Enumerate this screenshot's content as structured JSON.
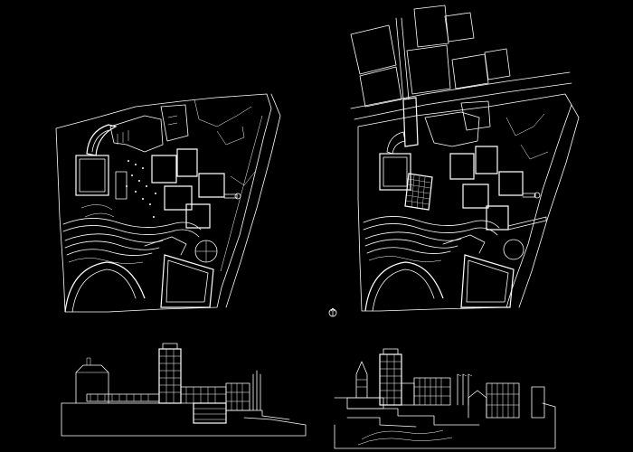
{
  "drawing": {
    "background_color": "#000000",
    "line_color": "#ffffff",
    "views": [
      {
        "id": "site-plan-left",
        "kind": "site plan"
      },
      {
        "id": "site-plan-right",
        "kind": "site plan"
      },
      {
        "id": "elevation-left",
        "kind": "elevation"
      },
      {
        "id": "elevation-right",
        "kind": "elevation"
      }
    ],
    "north_arrow": "north-arrow-icon"
  }
}
